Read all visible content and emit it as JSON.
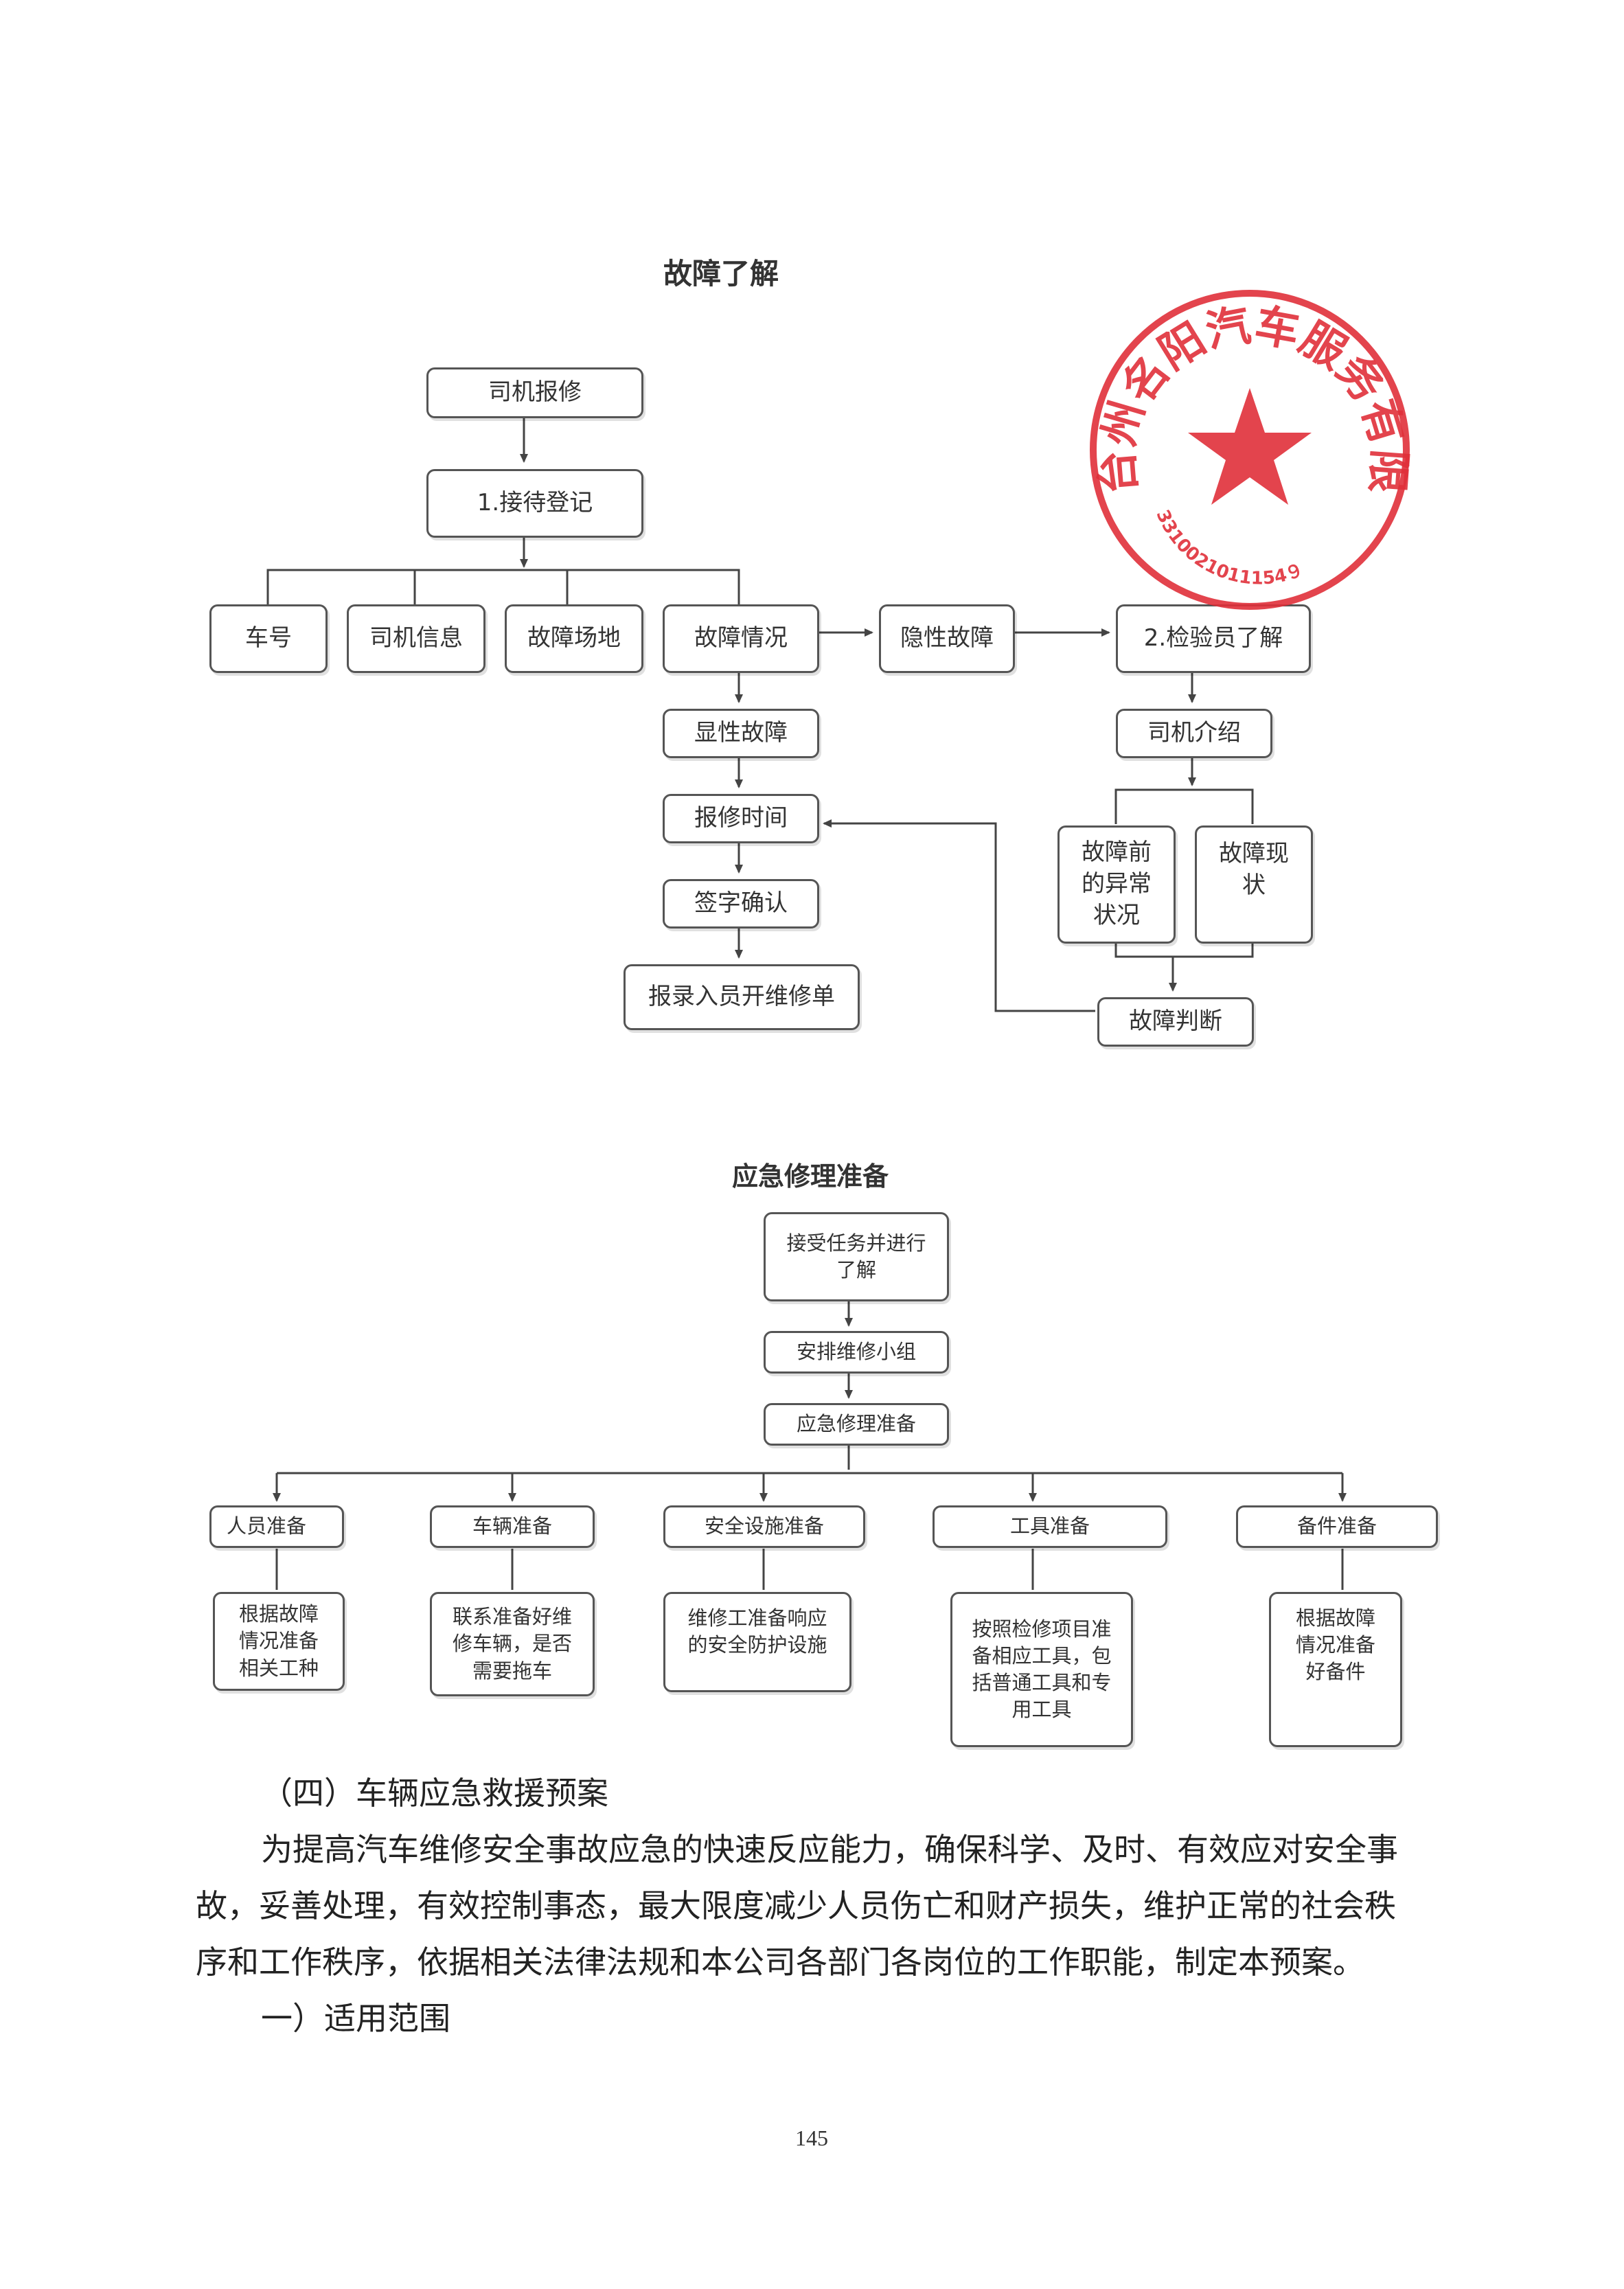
{
  "fault_chart": {
    "title": "故障了解",
    "boxes": {
      "driver_report": "司机报修",
      "reception": "1.接待登记",
      "plate": "车号",
      "driver_info": "司机信息",
      "fault_site": "故障场地",
      "fault_status": "故障情况",
      "hidden_fault": "隐性故障",
      "inspector": "2.检验员了解",
      "obvious_fault": "显性故障",
      "driver_intro": "司机介绍",
      "report_time": "报修时间",
      "before_fault": "故障前的异常状况",
      "current_fault": "故障现状",
      "sign_confirm": "签字确认",
      "create_order": "报录入员开维修单",
      "fault_judgement": "故障判断"
    }
  },
  "emergency_chart": {
    "title": "应急修理准备",
    "boxes": {
      "accept_task": "接受任务并进行了解",
      "arrange_team": "安排维修小组",
      "emergency_prep": "应急修理准备",
      "staff_prep": "人员准备",
      "vehicle_prep": "车辆准备",
      "safety_prep": "安全设施准备",
      "tool_prep": "工具准备",
      "parts_prep": "备件准备",
      "staff_desc": "根据故障情况准备相关工种",
      "vehicle_desc": "联系准备好维修车辆，是否需要拖车",
      "safety_desc": "维修工准备响应的安全防护设施",
      "tool_desc": "按照检修项目准备相应工具，包括普通工具和专用工具",
      "parts_desc": "根据故障情况准备好备件"
    }
  },
  "seal": {
    "text": "台州名阳汽车服务有限公司",
    "code": "3310021011154９",
    "color": "#e0303a"
  },
  "body": {
    "section_heading": "（四）车辆应急救援预案",
    "paragraph_lines": [
      "为提高汽车维修安全事故应急的快速反应能力，确保科学、及时、有效应对安全事",
      "故，妥善处理，有效控制事态，最大限度减少人员伤亡和财产损失，维护正常的社会秩",
      "序和工作秩序，依据相关法律法规和本公司各部门各岗位的工作职能，制定本预案。"
    ],
    "sub_heading": "一）适用范围"
  },
  "page_number": "145"
}
